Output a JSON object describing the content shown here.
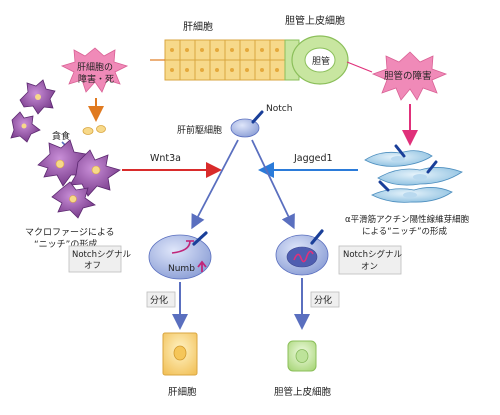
{
  "labels": {
    "hepatocyte_top": "肝細胞",
    "biliary_epithelial_top": "胆管上皮細胞",
    "bile_duct": "胆管",
    "hepatocyte_injury_line1": "肝細胞の",
    "hepatocyte_injury_line2": "障害・死",
    "bile_duct_injury": "胆管の障害",
    "phagocytosis": "貪食",
    "macrophage_niche_line1": "マクロファージによる",
    "macrophage_niche_line2": "“ニッチ”の形成",
    "notch": "Notch",
    "progenitor": "肝前駆細胞",
    "wnt3a": "Wnt3a",
    "jagged1": "Jagged1",
    "myofibroblast_line1": "α平滑筋アクチン陽性線維芽細胞",
    "myofibroblast_line2": "による“ニッチ”の形成",
    "notch_off_line1": "Notchシグナル",
    "notch_off_line2": "オフ",
    "notch_on_line1": "Notchシグナル",
    "notch_on_line2": "オン",
    "numb": "Numb",
    "differentiation_left": "分化",
    "differentiation_right": "分化",
    "hepatocyte_bottom": "肝細胞",
    "biliary_epithelial_bottom": "胆管上皮細胞"
  },
  "colors": {
    "hepatocyte_fill": "#f7d98a",
    "biliary_fill": "#c8e6a0",
    "burst_pink": "#f08ab8",
    "macrophage": "#7b3f8c",
    "progenitor": "#8c9fd6",
    "red_arrow": "#d92b2b",
    "blue_arrow": "#2b7bd9",
    "pink_arrow": "#e0307a",
    "flow_arrow": "#5a6fbf",
    "orange_arrow": "#e07a20"
  }
}
